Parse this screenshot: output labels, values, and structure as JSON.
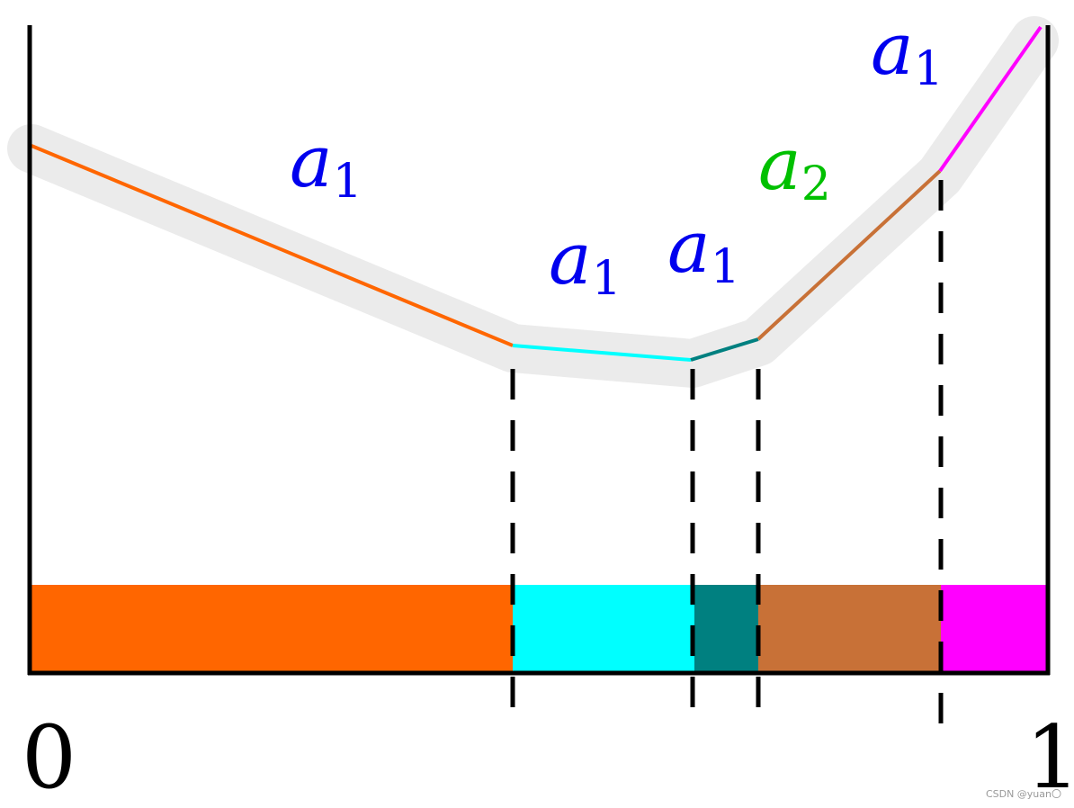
{
  "diagram": {
    "axis": {
      "start_label": "0",
      "end_label": "1"
    },
    "colors": {
      "halo": "#ebebeb",
      "frame": "#000000",
      "label_blue": "#0000ee",
      "label_green": "#00c000"
    },
    "segments": [
      {
        "id": "seg-1",
        "color": "#ff6600",
        "label_base": "a",
        "label_sub": "1",
        "label_color": "#0000ee"
      },
      {
        "id": "seg-2",
        "color": "#00ffff",
        "label_base": "a",
        "label_sub": "1",
        "label_color": "#0000ee"
      },
      {
        "id": "seg-3",
        "color": "#008080",
        "label_base": "a",
        "label_sub": "1",
        "label_color": "#0000ee"
      },
      {
        "id": "seg-4",
        "color": "#c87137",
        "label_base": "a",
        "label_sub": "2",
        "label_color": "#00c000"
      },
      {
        "id": "seg-5",
        "color": "#ff00ff",
        "label_base": "a",
        "label_sub": "1",
        "label_color": "#0000ee"
      }
    ]
  },
  "watermark": "CSDN @yuan〇"
}
